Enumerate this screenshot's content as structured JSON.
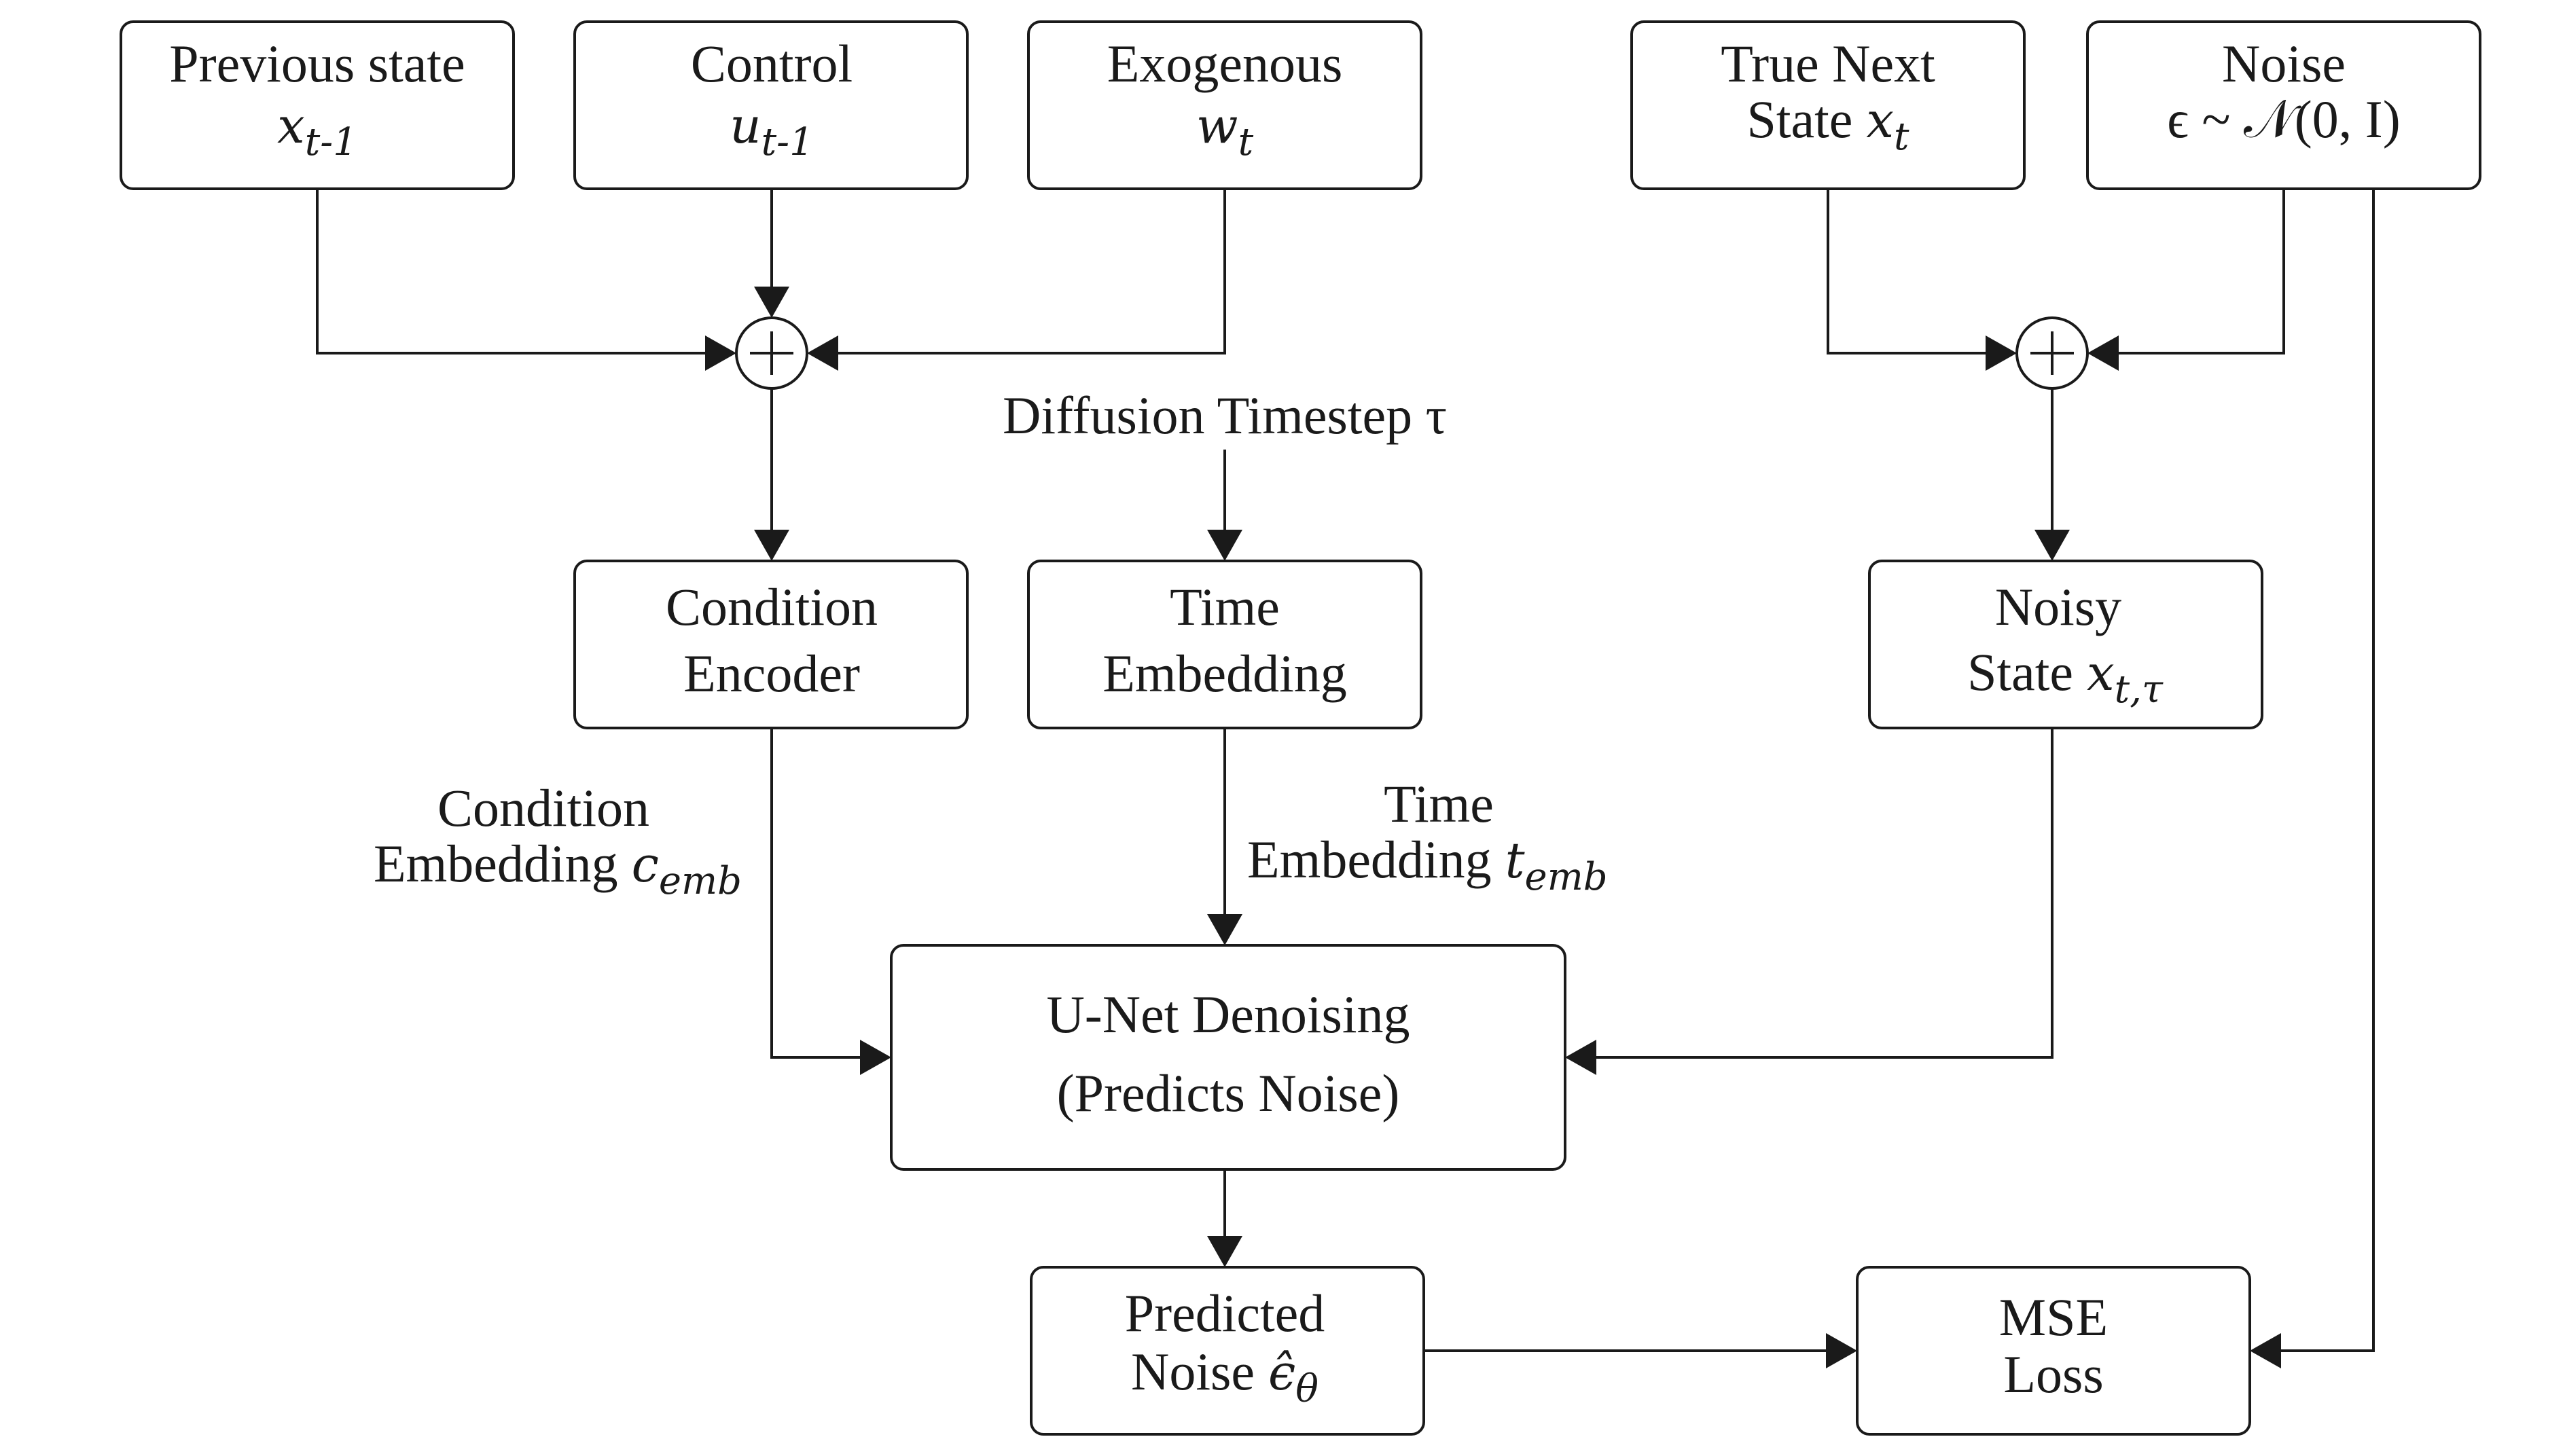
{
  "nodes": {
    "prev_state": {
      "line1": "Previous state",
      "math": "x",
      "sub": "t-1"
    },
    "control": {
      "line1": "Control",
      "math": "u",
      "sub": "t-1"
    },
    "exogenous": {
      "line1": "Exogenous",
      "math": "w",
      "sub": "t"
    },
    "true_next": {
      "line1": "True Next",
      "line2": "State",
      "math": "x",
      "sub": "t"
    },
    "noise": {
      "line1": "Noise",
      "line2": "ϵ ~ 𝒩(0, I)"
    },
    "cond_encoder": {
      "line1": "Condition",
      "line2": "Encoder"
    },
    "time_embedding": {
      "line1": "Time",
      "line2": "Embedding"
    },
    "noisy_state": {
      "line1": "Noisy",
      "line2": "State",
      "math": "x",
      "sub": "t,τ"
    },
    "unet": {
      "line1": "U-Net Denoising",
      "line2": "(Predicts Noise)"
    },
    "pred_noise": {
      "line1": "Predicted",
      "line2": "Noise",
      "math": "ϵ̂",
      "sub": "θ"
    },
    "mse": {
      "line1": "MSE",
      "line2": "Loss"
    }
  },
  "edge_labels": {
    "diffusion_timestep": "Diffusion Timestep τ",
    "cond_emb_line1": "Condition",
    "cond_emb_line2": "Embedding",
    "cond_emb_math": "c",
    "cond_emb_sub": "emb",
    "time_emb_line1": "Time",
    "time_emb_line2": "Embedding",
    "time_emb_math": "t",
    "time_emb_sub": "emb"
  }
}
